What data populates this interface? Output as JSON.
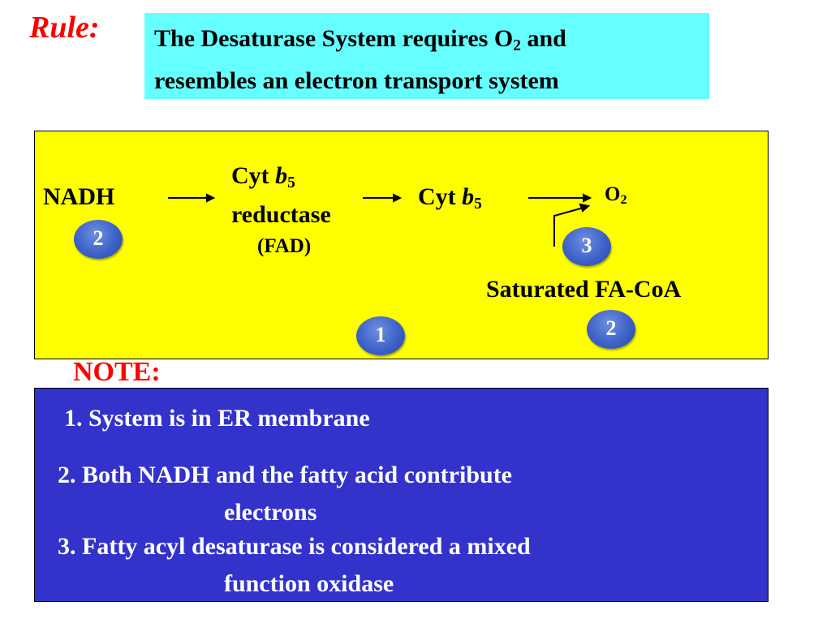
{
  "rule": {
    "label": "Rule:",
    "text_line1_before": "The Desaturase System requires O",
    "text_line1_sub": "2",
    "text_line1_after": " and",
    "text_line2": "resembles an electron transport system"
  },
  "diagram": {
    "nadh": "NADH",
    "reductase_line1_prefix": "Cyt ",
    "reductase_line1_italic": "b",
    "reductase_line1_sub": "5",
    "reductase_line2": "reductase",
    "reductase_line3": "(FAD)",
    "cyt_prefix": "Cyt ",
    "cyt_italic": "b",
    "cyt_sub": "5",
    "o2_main": "O",
    "o2_sub": "2",
    "substrate": "Saturated FA-CoA",
    "badges": [
      "2",
      "3",
      "2",
      "1"
    ]
  },
  "note": {
    "label": "NOTE:",
    "items": [
      "1.  System is in ER membrane",
      "2.  Both NADH and the fatty acid contribute",
      "electrons",
      "3.  Fatty acyl desaturase is considered a mixed",
      "function oxidase"
    ]
  },
  "colors": {
    "rule_label": "#ff0000",
    "rule_box": "#66ffff",
    "diagram_box": "#ffff00",
    "note_box": "#3333cc",
    "badge": "#3d62c8"
  }
}
